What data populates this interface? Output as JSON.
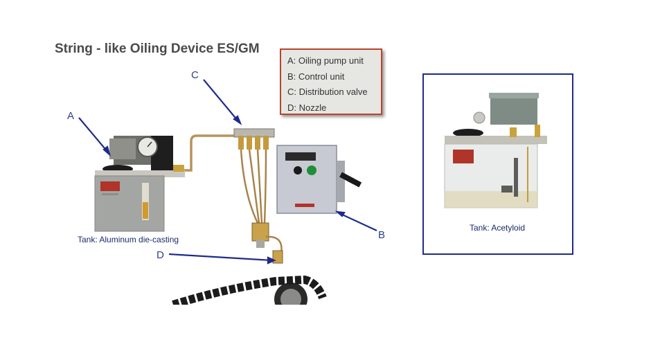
{
  "title": "String - like Oiling Device ES/GM",
  "legend": {
    "items": [
      "A: Oiling pump unit",
      "B: Control unit",
      "C: Distribution valve",
      "D: Nozzle"
    ]
  },
  "labels": {
    "a": "A",
    "b": "B",
    "c": "C",
    "d": "D"
  },
  "captions": {
    "left_tank": "Tank: Aluminum die-casting",
    "right_tank": "Tank: Acetyloid"
  },
  "colors": {
    "pointer": "#1e2a8c",
    "legend_border": "#b8442a",
    "frame_border": "#1e2a8c"
  }
}
